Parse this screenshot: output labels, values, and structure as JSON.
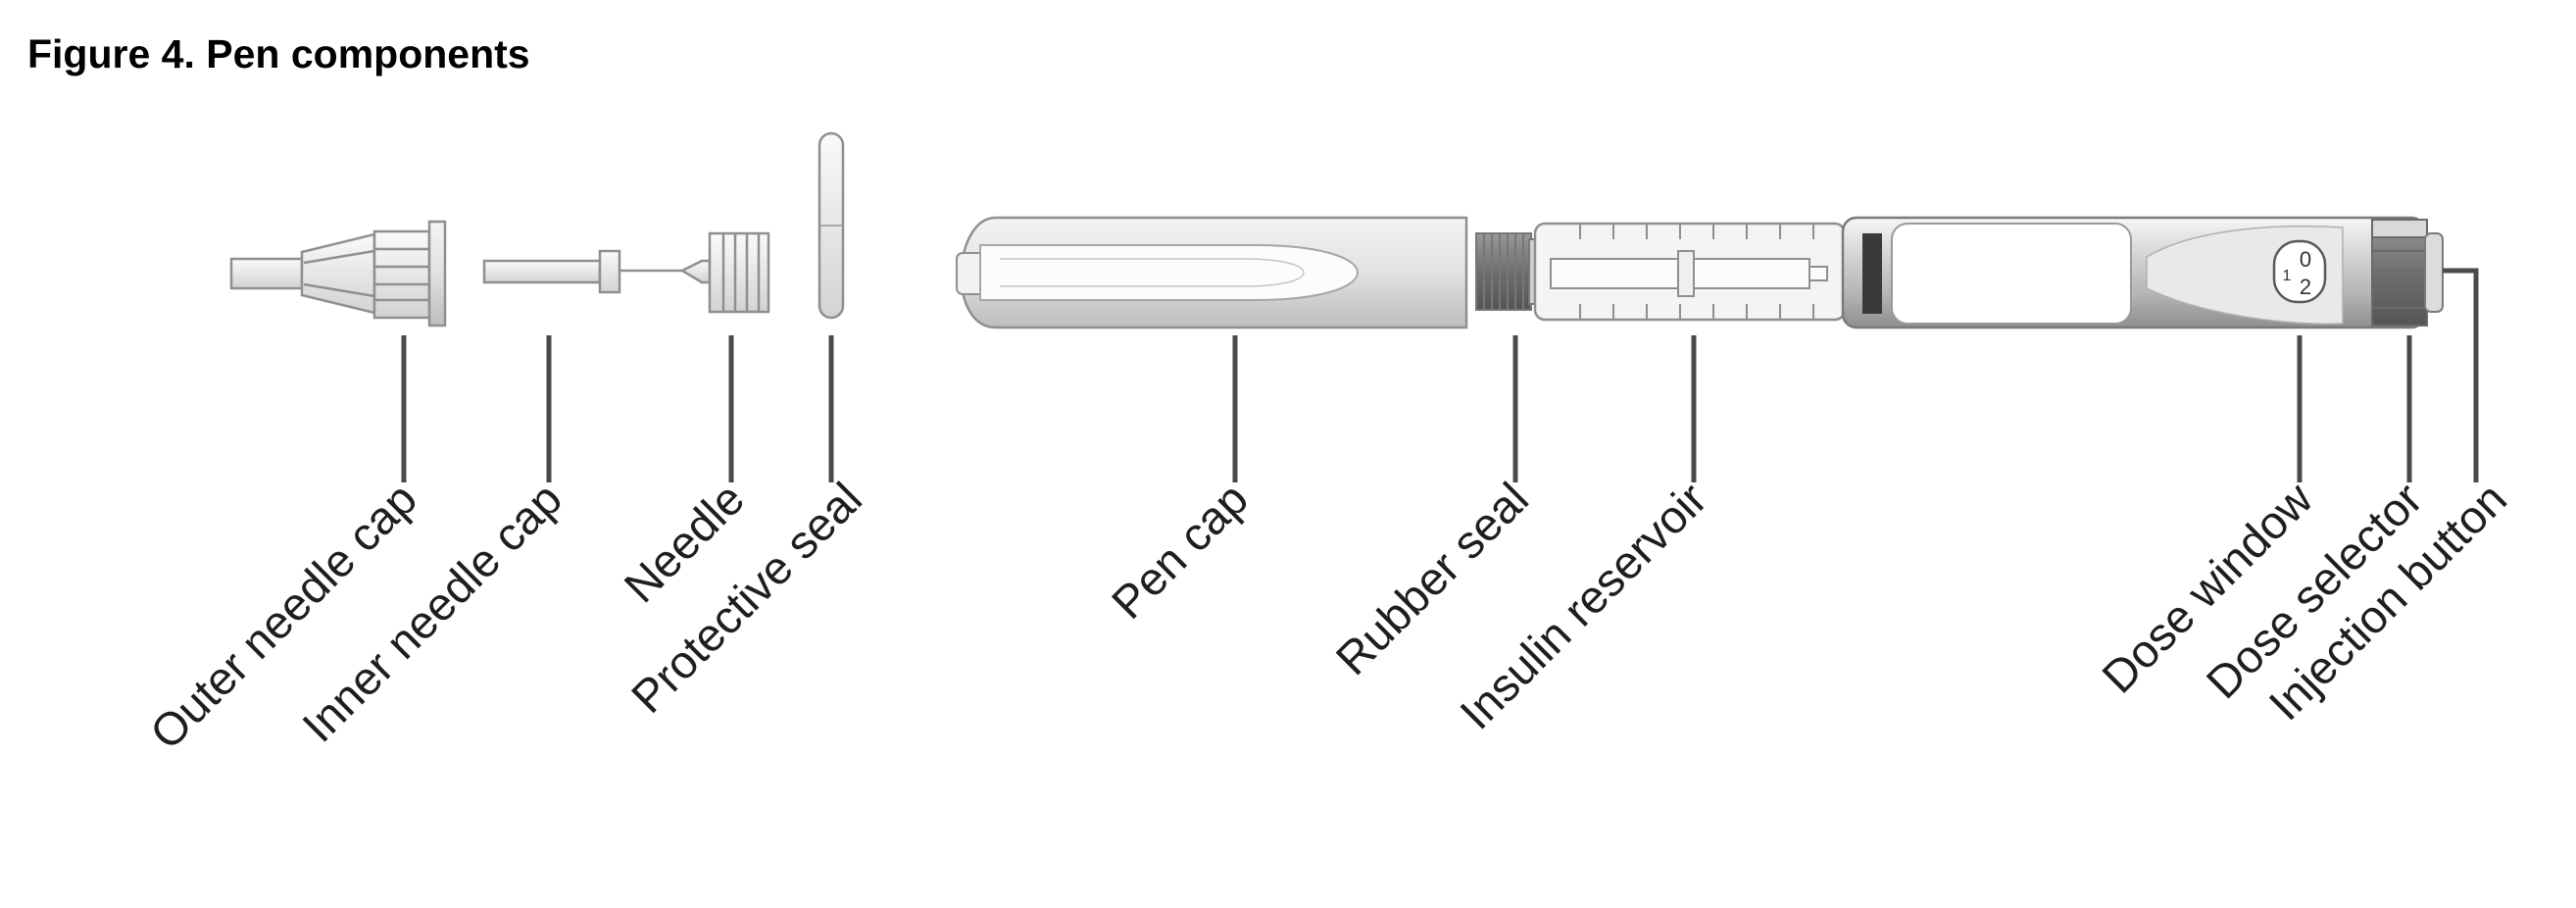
{
  "title": "Figure 4. Pen components",
  "labels": {
    "outer_needle_cap": "Outer needle cap",
    "inner_needle_cap": "Inner needle cap",
    "needle": "Needle",
    "protective_seal": "Protective seal",
    "pen_cap": "Pen cap",
    "rubber_seal": "Rubber seal",
    "insulin_reservoir": "Insulin reservoir",
    "dose_window": "Dose window",
    "dose_selector": "Dose selector",
    "injection_button": "Injection button"
  },
  "dose_window_digits": [
    "0",
    "1",
    "2"
  ]
}
